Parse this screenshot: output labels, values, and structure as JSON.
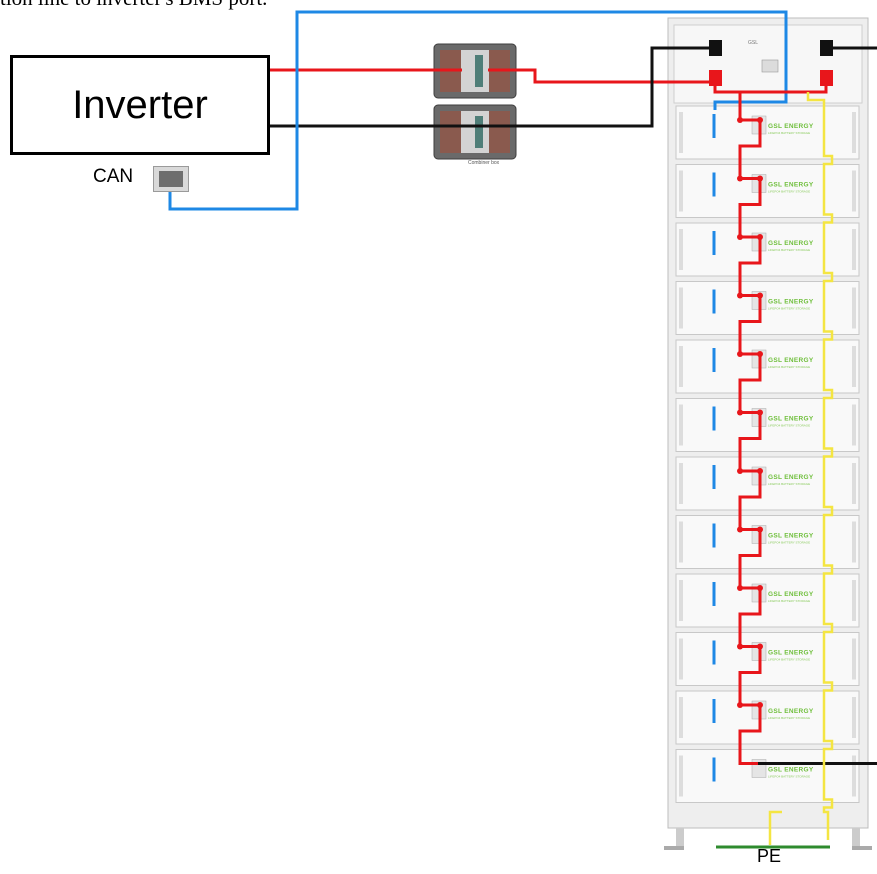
{
  "caption": "tion line to inverter's BMS port.",
  "inverter_label": "Inverter",
  "can_label": "CAN",
  "pe_label": "PE",
  "combiner_label": "Combiner box",
  "module_brand": "GSL ENERGY",
  "module_subtitle": "LIFEPO4 BATTERY STORAGE",
  "module_count": 12,
  "wire_colors": {
    "positive": "#e8161b",
    "negative": "#111111",
    "communication": "#1e88e5",
    "ground_link": "#f4e542",
    "pe": "#2e8b2e"
  }
}
